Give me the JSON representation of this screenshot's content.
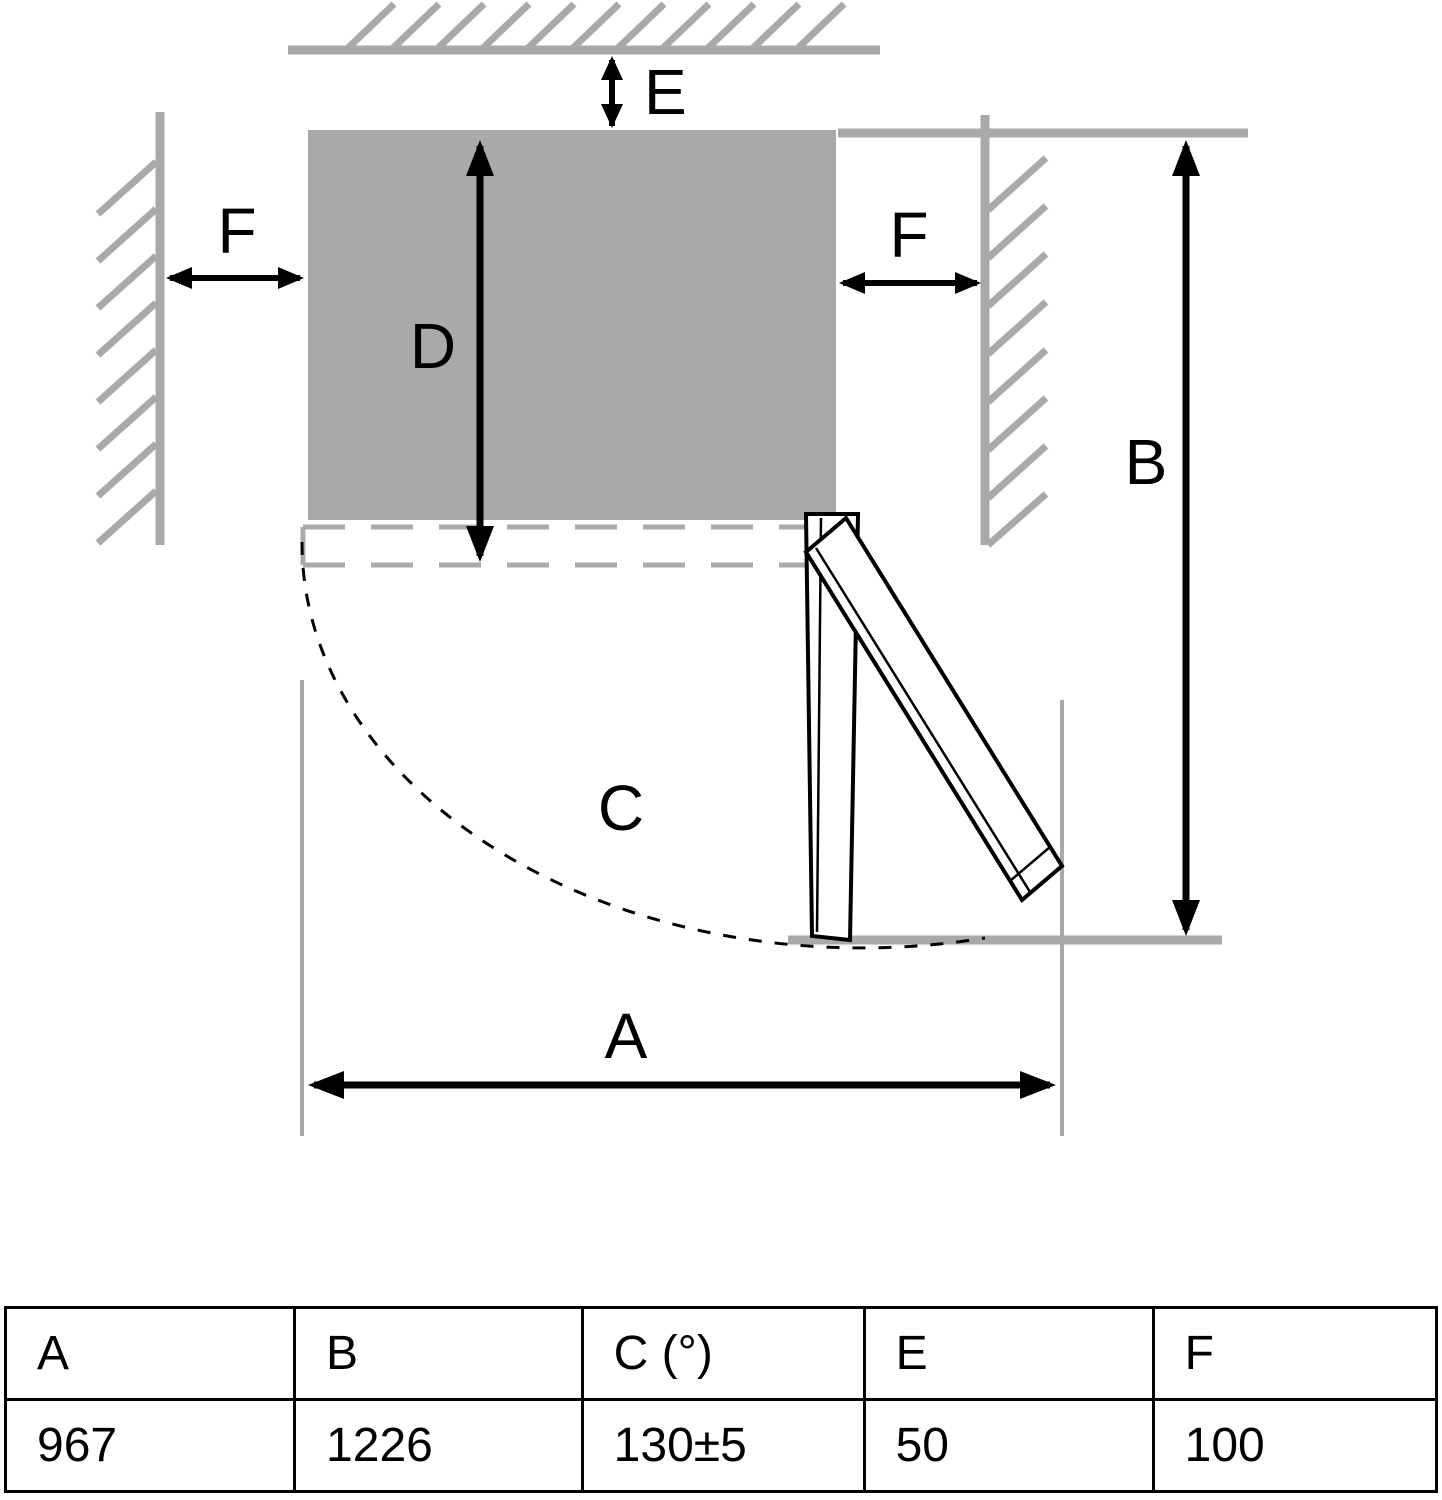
{
  "diagram": {
    "title": "appliance-installation-clearance-top-view",
    "dim_labels": {
      "a": "A",
      "b": "B",
      "c": "C",
      "d": "D",
      "e": "E",
      "f_left": "F",
      "f_right": "F"
    },
    "colors": {
      "wall_gray": "#a9a9a9",
      "appliance_gray": "#a9a9a9",
      "dimension_black": "#000000",
      "door_white": "#ffffff"
    }
  },
  "spec_table": {
    "columns": [
      {
        "header": "A",
        "value": "967"
      },
      {
        "header": "B",
        "value": "1226"
      },
      {
        "header": "C (°)",
        "value": "130±5"
      },
      {
        "header": "E",
        "value": "50"
      },
      {
        "header": "F",
        "value": "100"
      }
    ]
  }
}
